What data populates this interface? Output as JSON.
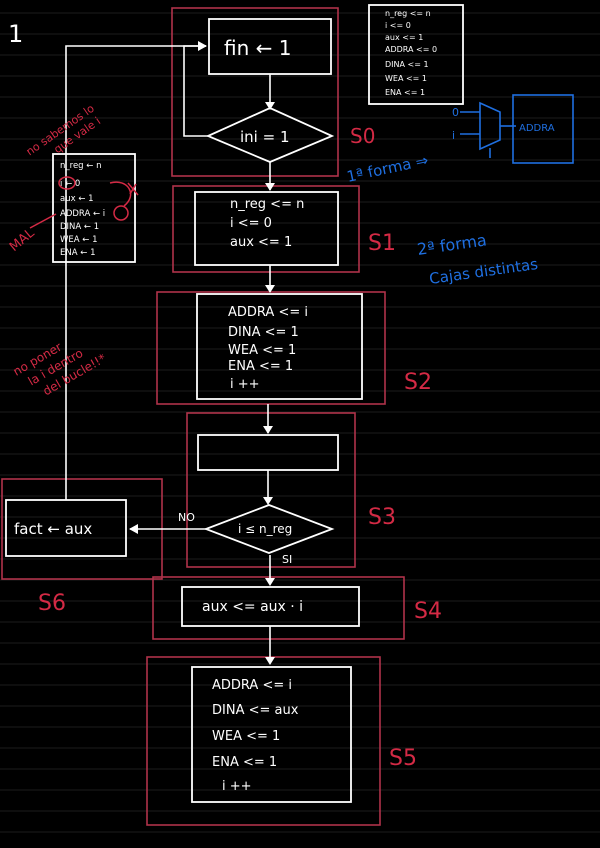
{
  "page_number": "1",
  "blocks": {
    "fin": "fin ← 1",
    "ini": "ini = 1",
    "s1": [
      "n_reg <= n",
      "i <= 0",
      "aux <= 1"
    ],
    "s2": [
      "ADDRA <= i",
      "DINA <= 1",
      "WEA <= 1",
      "ENA <= 1",
      "i ++"
    ],
    "cond": "i ≤ n_reg",
    "fact": "fact ← aux",
    "s4": "aux <= aux · i",
    "s5": [
      "ADDRA <= i",
      "DINA <= aux",
      "WEA <= 1",
      "ENA <= 1",
      "i ++"
    ],
    "no": "NO",
    "si": "SI"
  },
  "states": {
    "s0": "S0",
    "s1": "S1",
    "s2": "S2",
    "s3": "S3",
    "s4": "S4",
    "s5": "S5",
    "s6": "S6"
  },
  "top_right_box": [
    "n_reg <= n",
    "i <= 0",
    "aux <= 1",
    "ADDRA <= 0",
    "DINA <= 1",
    "WEA <= 1",
    "ENA <= 1"
  ],
  "left_box": [
    "n_reg ← n",
    "i ← 0",
    "aux ← 1",
    "ADDRA ← i",
    "DINA ← 1",
    "WEA ← 1",
    "ENA ← 1"
  ],
  "notes_red": {
    "no_sabemos": [
      "no sabemos lo",
      "que vale i"
    ],
    "mal": "MAL",
    "no_poner": [
      "no poner",
      "la i dentro",
      "del bucle!!*"
    ]
  },
  "notes_blue": {
    "primera": "1ª forma ⇒",
    "segunda": [
      "2ª forma",
      "Cajas distintas"
    ],
    "addra": "ADDRA",
    "mux_in0": "0",
    "mux_in1": "i"
  },
  "colors": {
    "white": "#ffffff",
    "red": "#d42a45",
    "blue": "#1f6fe0",
    "lines": "#1c1c1c"
  }
}
